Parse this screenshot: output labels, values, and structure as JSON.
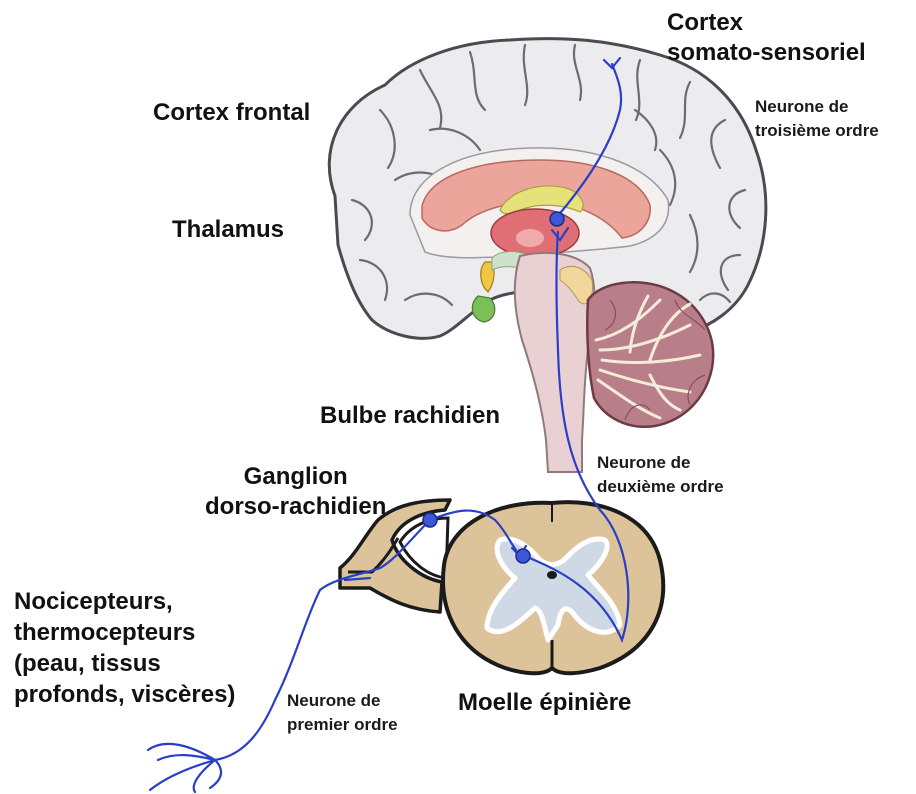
{
  "labels": {
    "cortex_somato": [
      "Cortex",
      "somato-sensoriel"
    ],
    "cortex_frontal": "Cortex frontal",
    "thalamus": "Thalamus",
    "neurone_troisieme": [
      "Neurone de",
      "troisième ordre"
    ],
    "bulbe": "Bulbe rachidien",
    "neurone_deuxieme": [
      "Neurone de",
      "deuxième ordre"
    ],
    "ganglion": [
      "Ganglion",
      "dorso-rachidien"
    ],
    "recepteurs": [
      "Nocicepteurs,",
      "thermocepteurs",
      "(peau, tissus",
      "profonds, viscères)"
    ],
    "neurone_premier": [
      "Neurone de",
      "premier ordre"
    ],
    "moelle": "Moelle épinière"
  },
  "colors": {
    "pathway": "#2a3fc8",
    "brain": "#ececef",
    "brain_outline": "#4a4a52",
    "cerebellum": "#b87f8a",
    "corpus_callosum": "#eba59a",
    "thalamus": "#e06f75",
    "brainstem": "#e9d0d2",
    "spinal_tissue": "#dcc39a",
    "grey_matter": "#cfd9e6"
  }
}
